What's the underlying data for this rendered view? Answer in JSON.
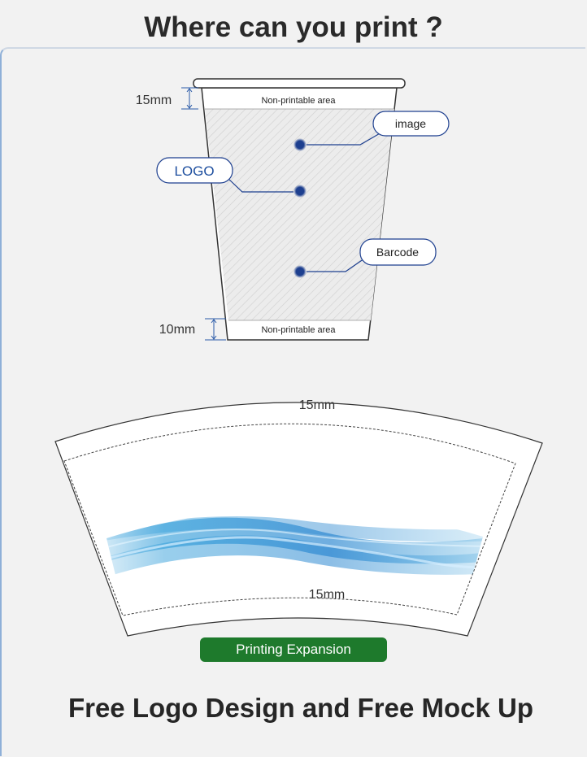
{
  "title": "Where can you print ?",
  "cup": {
    "top_margin_label": "15mm",
    "bottom_margin_label": "10mm",
    "top_area_label": "Non-printable area",
    "bottom_area_label": "Non-printable area",
    "callouts": {
      "image": "image",
      "logo": "LOGO",
      "barcode": "Barcode"
    }
  },
  "expansion": {
    "top_margin_label": "15mm",
    "bottom_margin_label": "15mm",
    "button_label": "Printing Expansion"
  },
  "footer": "Free Logo Design and Free Mock Up",
  "colors": {
    "accent_green": "#1e7a2c",
    "dot_blue": "#1d3f8f",
    "logo_blue": "#1d4e9e"
  }
}
